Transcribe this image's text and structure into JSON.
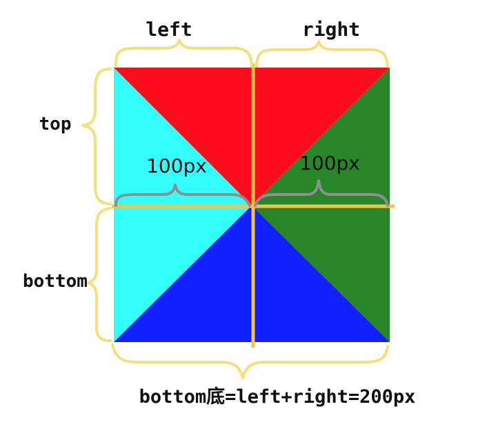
{
  "labels": {
    "left": "left",
    "right": "right",
    "top": "top",
    "bottom": "bottom",
    "left_measure": "100px",
    "right_measure": "100px",
    "formula": "bottom底=left+right=200px"
  },
  "colors": {
    "top_triangle": "#ff0b1e",
    "left_triangle": "#33ffff",
    "bottom_triangle": "#1020ff",
    "right_triangle": "#288629",
    "brace": "#f3e07a",
    "axis_line": "#f5c24a",
    "measure_brace": "#8f8f8f",
    "text": "#111111"
  }
}
